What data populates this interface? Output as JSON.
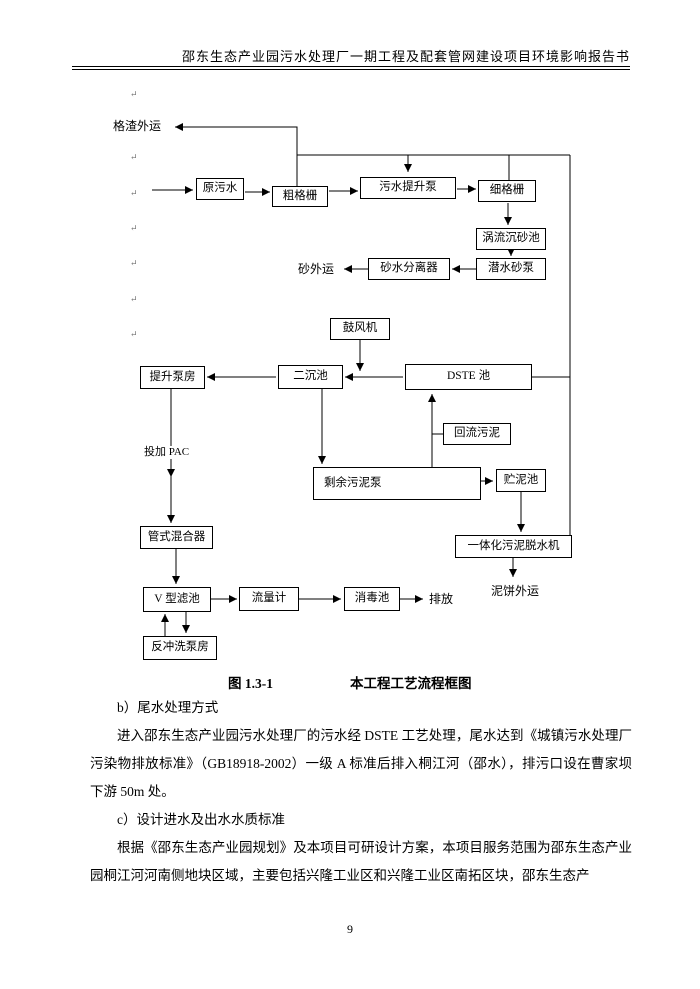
{
  "header": {
    "title": "邵东生态产业园污水处理厂一期工程及配套管网建设项目环境影响报告书",
    "page_number": "9"
  },
  "flowchart": {
    "caption": {
      "number": "图 1.3-1",
      "title": "本工程工艺流程框图"
    },
    "boxes": {
      "raw_sewage": "原污水",
      "coarse_screen": "粗格栅",
      "sewage_lift_pump": "污水提升泵",
      "fine_screen": "细格栅",
      "vortex_grit_chamber": "涡流沉砂池",
      "submersible_grit_pump": "潜水砂泵",
      "sand_water_separator": "砂水分离器",
      "blower": "鼓风机",
      "dste_tank": "DSTE 池",
      "secondary_clarifier": "二沉池",
      "lift_pump_house": "提升泵房",
      "return_sludge": "回流污泥",
      "excess_sludge_pump": "剩余污泥泵",
      "sludge_storage_tank": "贮泥池",
      "integrated_sludge_dewatering": "一体化污泥脱水机",
      "pipe_mixer": "管式混合器",
      "v_filter": "V 型滤池",
      "flow_meter": "流量计",
      "disinfection_tank": "消毒池",
      "backwash_pump_house": "反冲洗泵房"
    },
    "labels": {
      "screenings_disposal": "格渣外运",
      "sand_disposal": "砂外运",
      "pac_dosing": "投加 PAC",
      "discharge": "排放",
      "sludge_cake_disposal": "泥饼外运"
    },
    "pilcrow_mark": "↵"
  },
  "body": {
    "item_b": "b）尾水处理方式",
    "para_1": "进入邵东生态产业园污水处理厂的污水经 DSTE 工艺处理，尾水达到《城镇污水处理厂污染物排放标准》（GB18918-2002）一级 A 标准后排入桐江河（邵水），排污口设在曹家坝下游 50m 处。",
    "item_c": "c）设计进水及出水水质标准",
    "para_2": "根据《邵东生态产业园规划》及本项目可研设计方案，本项目服务范围为邵东生态产业园桐江河河南侧地块区域，主要包括兴隆工业区和兴隆工业区南拓区块，邵东生态产"
  }
}
